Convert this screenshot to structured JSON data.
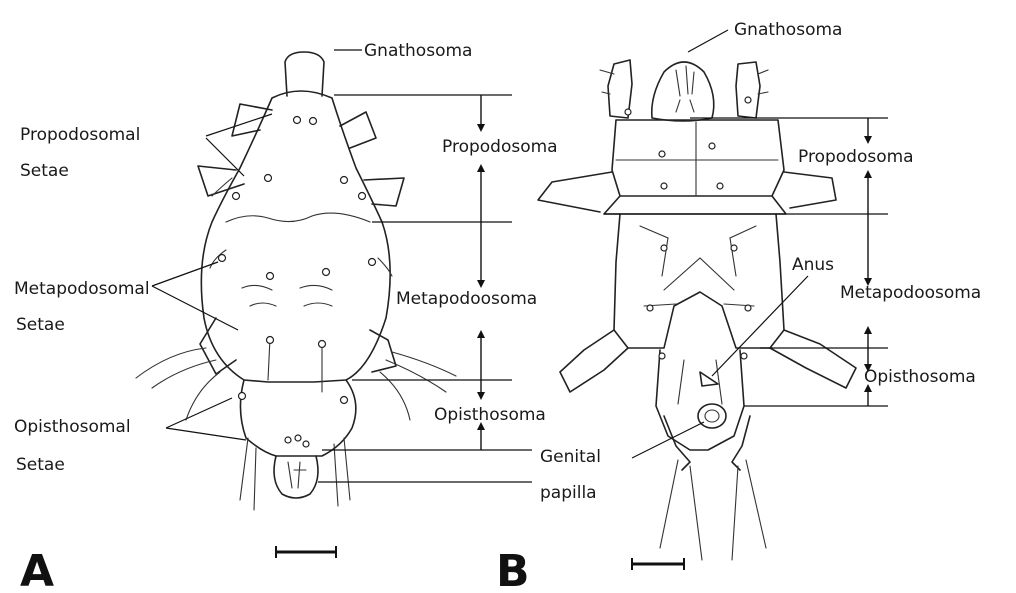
{
  "figure": {
    "panel_a": {
      "letter": "A",
      "labels": {
        "gnathosoma": "Gnathosoma",
        "propodosomal_setae_1": "Propodosomal",
        "propodosomal_setae_2": "Setae",
        "propodosoma": "Propodosoma",
        "metapodosomal_setae_1": "Metapodosomal",
        "metapodosomal_setae_2": "Setae",
        "metapodosoma": "Metapodoosoma",
        "opisthosomal_setae_1": "Opisthosomal",
        "opisthosomal_setae_2": "Setae",
        "opisthosoma": "Opisthosoma",
        "genital_papilla_1": "Genital",
        "genital_papilla_2": "papilla"
      }
    },
    "panel_b": {
      "letter": "B",
      "labels": {
        "gnathosoma": "Gnathosoma",
        "propodosoma": "Propodosoma",
        "anus": "Anus",
        "metapodosoma": "Metapodoosoma",
        "opisthosoma": "Opisthosoma"
      }
    }
  }
}
